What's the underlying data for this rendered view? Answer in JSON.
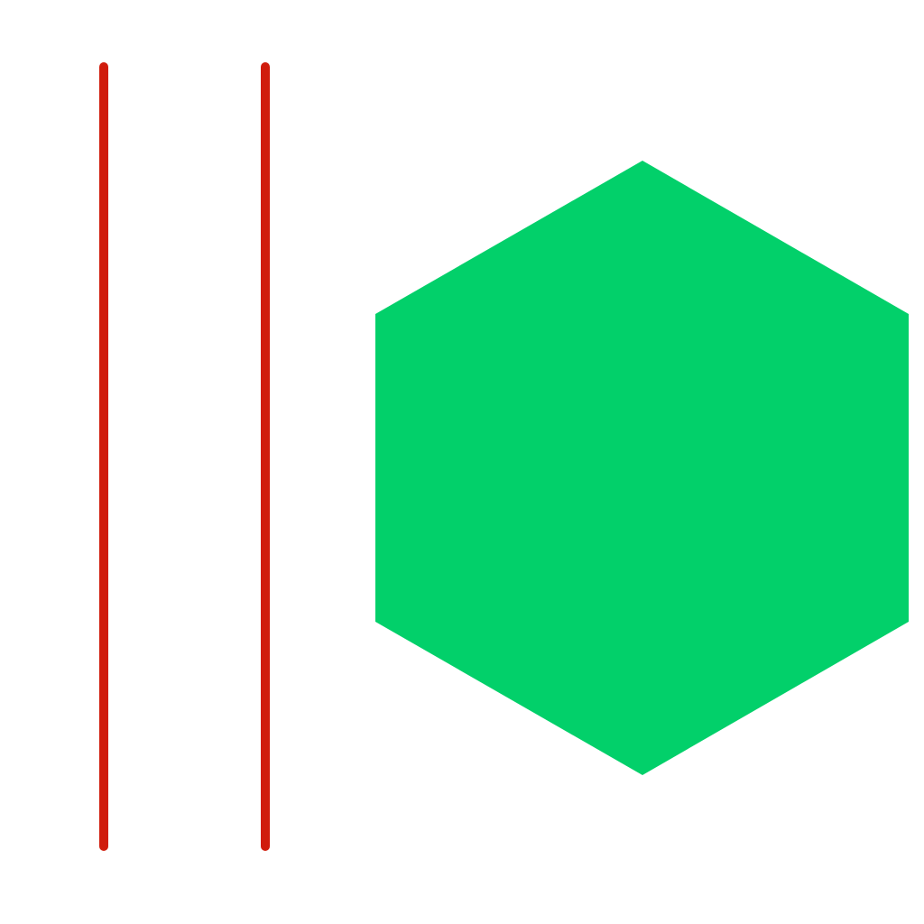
{
  "shapes": {
    "lines": [
      {
        "id": "red-line-left",
        "color": "#d01c0c"
      },
      {
        "id": "red-line-right",
        "color": "#d01c0c"
      }
    ],
    "hexagon": {
      "id": "green-hexagon",
      "color": "#02d06a"
    }
  },
  "background": "#ffffff"
}
